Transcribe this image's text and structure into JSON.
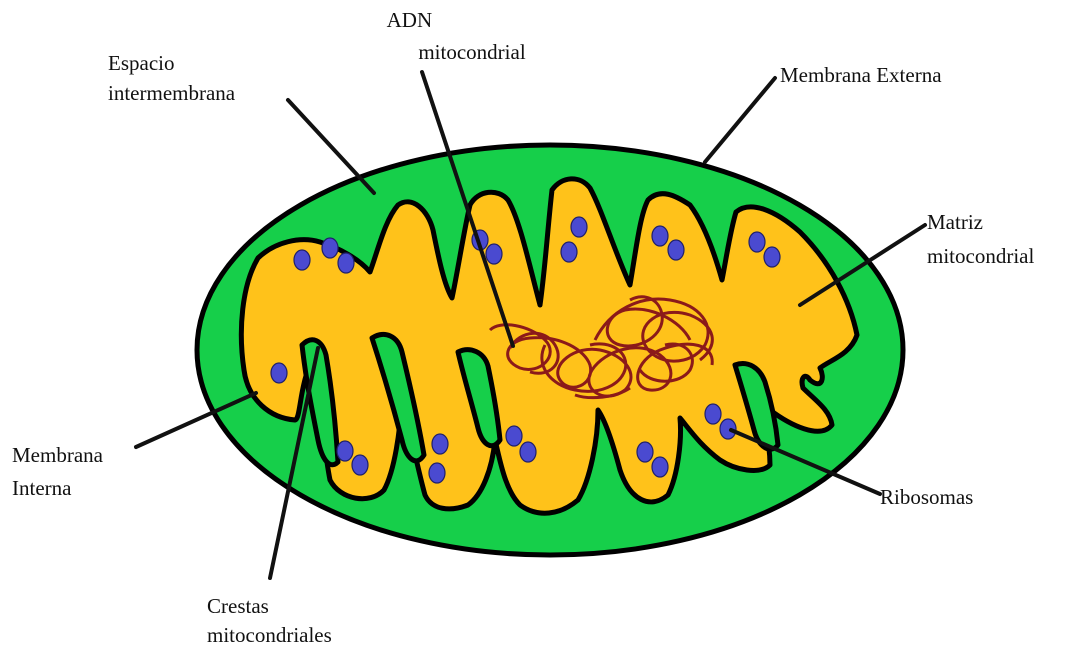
{
  "colors": {
    "outer_membrane_fill": "#16cf4a",
    "matrix_fill": "#ffc21a",
    "dna_strand": "#8b1a1a",
    "ribosome": "#4a4ad0",
    "outline": "#000000"
  },
  "labels": {
    "intermembrane_space": [
      "Espacio",
      "intermembrana"
    ],
    "mitochondrial_dna": [
      "ADN",
      "mitocondrial"
    ],
    "outer_membrane": [
      "Membrana Externa"
    ],
    "matrix": [
      "Matriz",
      "mitocondrial"
    ],
    "inner_membrane": [
      "Membrana",
      "Interna"
    ],
    "ribosomes": [
      "Ribosomas"
    ],
    "cristae": [
      "Crestas",
      "mitocondriales"
    ]
  }
}
